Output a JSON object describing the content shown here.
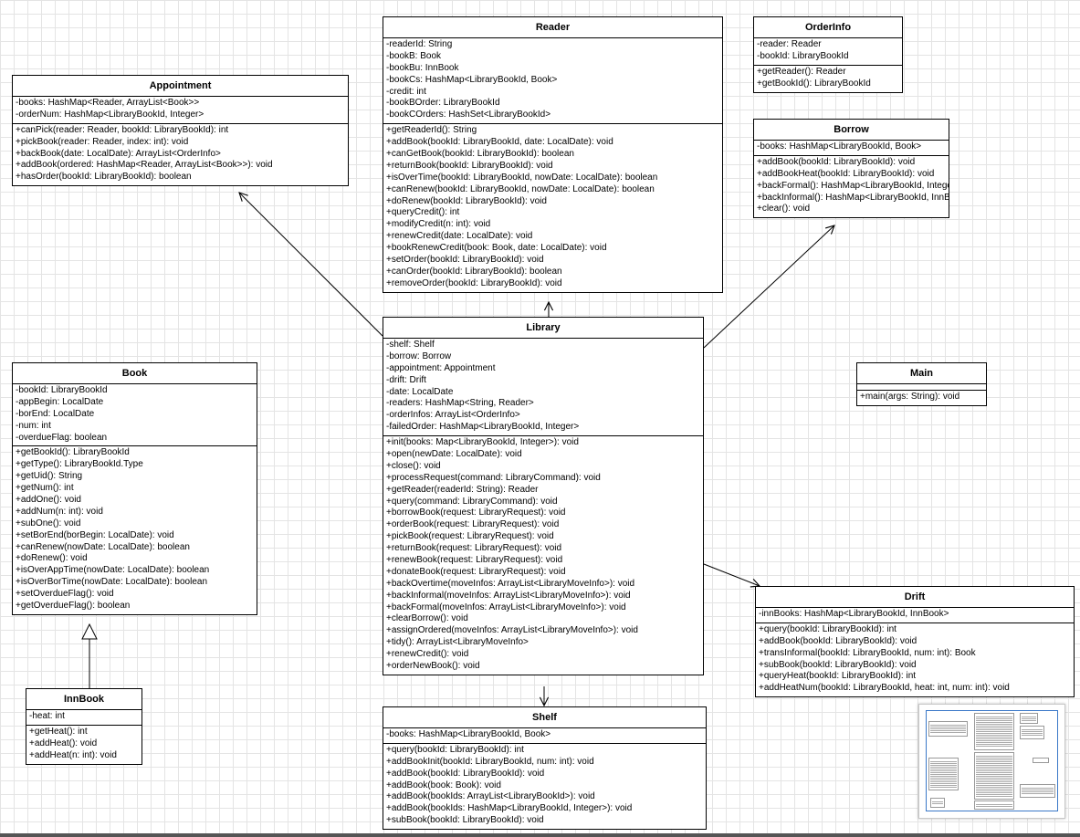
{
  "classes": [
    {
      "id": "appointment",
      "name": "Appointment",
      "attributes": [
        "-books: HashMap<Reader, ArrayList<Book>>",
        "-orderNum: HashMap<LibraryBookId, Integer>"
      ],
      "methods": [
        "+canPick(reader: Reader, bookId: LibraryBookId): int",
        "+pickBook(reader: Reader, index: int): void",
        "+backBook(date: LocalDate): ArrayList<OrderInfo>",
        "+addBook(ordered: HashMap<Reader, ArrayList<Book>>): void",
        "+hasOrder(bookId: LibraryBookId): boolean"
      ]
    },
    {
      "id": "reader",
      "name": "Reader",
      "attributes": [
        "-readerId: String",
        "-bookB: Book",
        "-bookBu: InnBook",
        "-bookCs: HashMap<LibraryBookId, Book>",
        "-credit: int",
        "-bookBOrder: LibraryBookId",
        "-bookCOrders: HashSet<LibraryBookId>"
      ],
      "methods": [
        "+getReaderId(): String",
        "+addBook(bookId: LibraryBookId, date: LocalDate): void",
        "+canGetBook(bookId: LibraryBookId): boolean",
        "+returnBook(bookId: LibraryBookId): void",
        "+isOverTime(bookId: LibraryBookId, nowDate: LocalDate): boolean",
        "+canRenew(bookId: LibraryBookId, nowDate: LocalDate): boolean",
        "+doRenew(bookId: LibraryBookId): void",
        "+queryCredit(): int",
        "+modifyCredit(n: int): void",
        "+renewCredit(date: LocalDate): void",
        "+bookRenewCredit(book: Book, date: LocalDate): void",
        "+setOrder(bookId: LibraryBookId): void",
        "+canOrder(bookId: LibraryBookId): boolean",
        "+removeOrder(bookId: LibraryBookId): void"
      ]
    },
    {
      "id": "orderinfo",
      "name": "OrderInfo",
      "attributes": [
        "-reader: Reader",
        "-bookId: LibraryBookId"
      ],
      "methods": [
        "+getReader(): Reader",
        "+getBookId(): LibraryBookId"
      ]
    },
    {
      "id": "borrow",
      "name": "Borrow",
      "attributes": [
        "-books: HashMap<LibraryBookId, Book>"
      ],
      "methods": [
        "+addBook(bookId: LibraryBookId): void",
        "+addBookHeat(bookId: LibraryBookId): void",
        "+backFormal(): HashMap<LibraryBookId, Integer>",
        "+backInformal(): HashMap<LibraryBookId, InnBook>",
        "+clear(): void"
      ]
    },
    {
      "id": "library",
      "name": "Library",
      "attributes": [
        "-shelf: Shelf",
        "-borrow: Borrow",
        "-appointment: Appointment",
        "-drift: Drift",
        "-date: LocalDate",
        "-readers: HashMap<String, Reader>",
        "-orderInfos: ArrayList<OrderInfo>",
        "-failedOrder: HashMap<LibraryBookId, Integer>"
      ],
      "methods": [
        "+init(books: Map<LibraryBookId, Integer>): void",
        "+open(newDate: LocalDate): void",
        "+close(): void",
        "+processRequest(command: LibraryCommand): void",
        "+getReader(readerId: String): Reader",
        "+query(command: LibraryCommand): void",
        "+borrowBook(request: LibraryRequest): void",
        "+orderBook(request: LibraryRequest): void",
        "+pickBook(request: LibraryRequest): void",
        "+returnBook(request: LibraryRequest): void",
        "+renewBook(request: LibraryRequest): void",
        "+donateBook(request: LibraryRequest): void",
        "+backOvertime(moveInfos: ArrayList<LibraryMoveInfo>): void",
        "+backInformal(moveInfos: ArrayList<LibraryMoveInfo>): void",
        "+backFormal(moveInfos: ArrayList<LibraryMoveInfo>): void",
        "+clearBorrow(): void",
        "+assignOrdered(moveInfos: ArrayList<LibraryMoveInfo>): void",
        "+tidy(): ArrayList<LibraryMoveInfo>",
        "+renewCredit(): void",
        "+orderNewBook(): void"
      ]
    },
    {
      "id": "main",
      "name": "Main",
      "attributes": [],
      "methods": [
        "+main(args: String): void"
      ]
    },
    {
      "id": "book",
      "name": "Book",
      "attributes": [
        "-bookId: LibraryBookId",
        "-appBegin: LocalDate",
        "-borEnd: LocalDate",
        "-num: int",
        "-overdueFlag: boolean"
      ],
      "methods": [
        "+getBookId(): LibraryBookId",
        "+getType(): LibraryBookId.Type",
        "+getUid(): String",
        "+getNum(): int",
        "+addOne(): void",
        "+addNum(n: int): void",
        "+subOne(): void",
        "+setBorEnd(borBegin: LocalDate): void",
        "+canRenew(nowDate: LocalDate): boolean",
        "+doRenew(): void",
        "+isOverAppTime(nowDate: LocalDate): boolean",
        "+isOverBorTime(nowDate: LocalDate): boolean",
        "+setOverdueFlag(): void",
        "+getOverdueFlag(): boolean"
      ]
    },
    {
      "id": "innbook",
      "name": "InnBook",
      "attributes": [
        "-heat: int"
      ],
      "methods": [
        "+getHeat(): int",
        "+addHeat(): void",
        "+addHeat(n: int): void"
      ]
    },
    {
      "id": "drift",
      "name": "Drift",
      "attributes": [
        "-innBooks: HashMap<LibraryBookId, InnBook>"
      ],
      "methods": [
        "+query(bookId: LibraryBookId): int",
        "+addBook(bookId: LibraryBookId): void",
        "+transInformal(bookId: LibraryBookId, num: int): Book",
        "+subBook(bookId: LibraryBookId): void",
        "+queryHeat(bookId: LibraryBookId): int",
        "+addHeatNum(bookId: LibraryBookId, heat: int, num: int): void"
      ]
    },
    {
      "id": "shelf",
      "name": "Shelf",
      "attributes": [
        "-books: HashMap<LibraryBookId, Book>"
      ],
      "methods": [
        "+query(bookId: LibraryBookId): int",
        "+addBookInit(bookId: LibraryBookId, num: int): void",
        "+addBook(bookId: LibraryBookId): void",
        "+addBook(book: Book): void",
        "+addBook(bookIds: ArrayList<LibraryBookId>): void",
        "+addBook(bookIds: HashMap<LibraryBookId, Integer>): void",
        "+subBook(bookId: LibraryBookId): void"
      ]
    }
  ],
  "relations": [
    {
      "from": "library",
      "to": "appointment",
      "kind": "association"
    },
    {
      "from": "library",
      "to": "reader",
      "kind": "association"
    },
    {
      "from": "library",
      "to": "borrow",
      "kind": "association"
    },
    {
      "from": "library",
      "to": "drift",
      "kind": "association"
    },
    {
      "from": "library",
      "to": "shelf",
      "kind": "association"
    },
    {
      "from": "innbook",
      "to": "book",
      "kind": "generalization"
    }
  ]
}
